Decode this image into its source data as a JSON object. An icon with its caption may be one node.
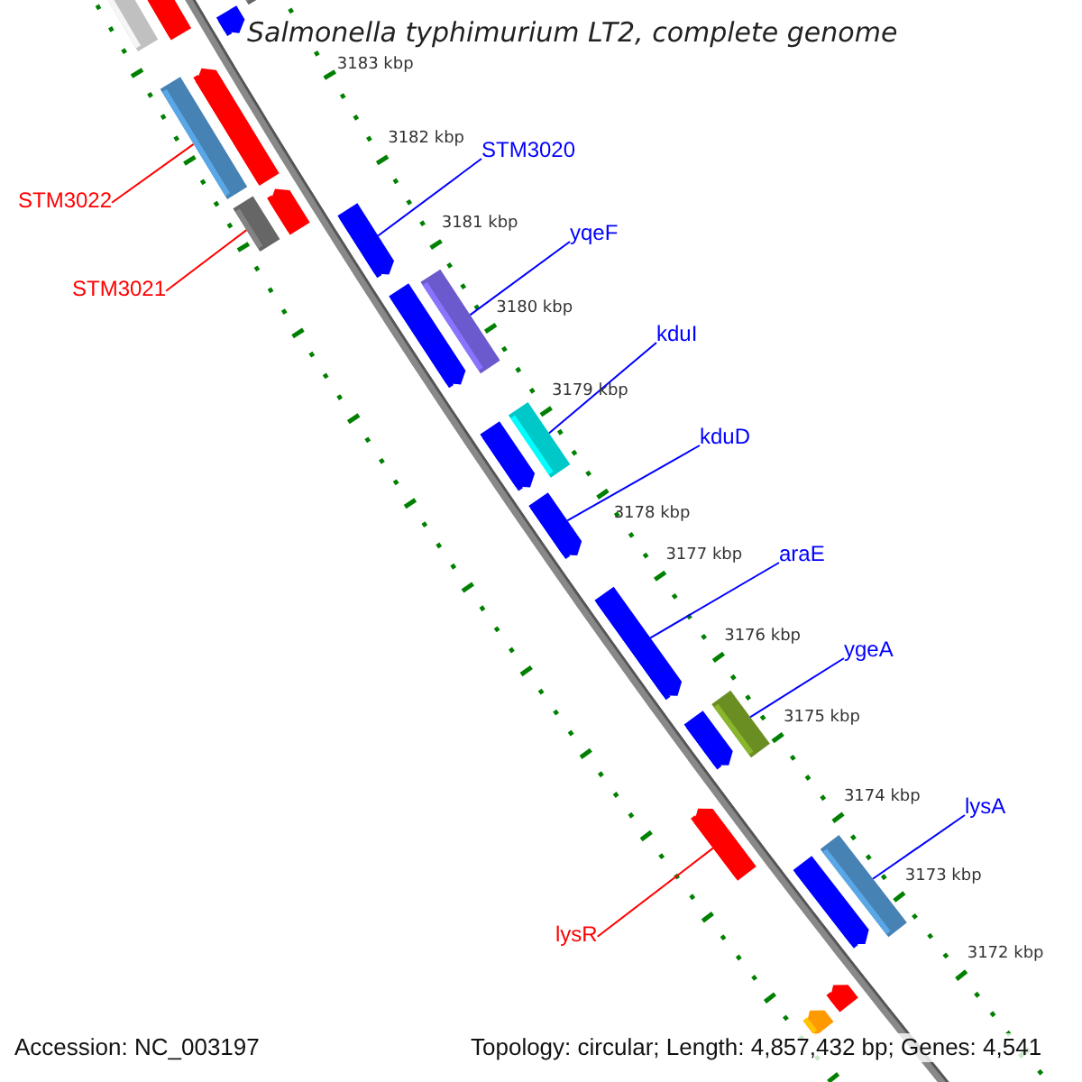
{
  "diagram": {
    "title": "Salmonella typhimurium LT2, complete genome",
    "nodes": [
      {
        "text": [
          "STM3020"
        ]
      },
      {
        "text": [],
        "shape": "arrow"
      },
      {
        "text": [
          "STM3022"
        ]
      },
      {
        "text": [],
        "shape": "bar"
      },
      {
        "text": [
          "yqeF"
        ]
      },
      {
        "text": [],
        "shape": "bar"
      },
      {
        "text": [
          "STM3021"
        ]
      },
      {
        "text": [],
        "shape": "bar"
      },
      {
        "text": [
          "kduI"
        ]
      },
      {
        "text": [],
        "shape": "bar"
      },
      {
        "text": [
          "kduD"
        ]
      },
      {
        "text": [],
        "shape": "arrow"
      },
      {
        "text": [
          "araE"
        ]
      },
      {
        "text": [],
        "shape": "arrow"
      },
      {
        "text": [
          "ygeA"
        ]
      },
      {
        "text": [],
        "shape": "bar"
      },
      {
        "text": [
          "lysA"
        ]
      },
      {
        "text": [],
        "shape": "bar"
      },
      {
        "text": [
          "lysR"
        ]
      },
      {
        "text": [],
        "shape": "arrow"
      },
      {
        "text": [],
        "shape": "bar"
      },
      {
        "text": [],
        "shape": "arrow"
      },
      {
        "text": [],
        "shape": "bar"
      },
      {
        "text": [],
        "shape": "arrow"
      },
      {
        "text": [],
        "shape": "arrow"
      },
      {
        "text": [],
        "shape": "arrow"
      },
      {
        "text": [],
        "shape": "arrow"
      },
      {
        "text": [],
        "shape": "arrow"
      },
      {
        "text": [],
        "shape": "arrow"
      },
      {
        "text": [],
        "shape": "arrow"
      },
      {
        "text": [],
        "shape": "arrow"
      },
      {
        "text": [],
        "shape": "arrow"
      }
    ],
    "edges": [
      {
        "from": 0,
        "to": 1,
        "arrow": "none"
      },
      {
        "from": 2,
        "to": 3,
        "arrow": "none",
        "color": "#ff0000"
      },
      {
        "from": 4,
        "to": 5,
        "arrow": "none"
      },
      {
        "from": 6,
        "to": 7,
        "arrow": "none",
        "color": "#ff0000"
      },
      {
        "from": 8,
        "to": 9,
        "arrow": "none"
      },
      {
        "from": 10,
        "to": 11,
        "arrow": "none"
      },
      {
        "from": 12,
        "to": 13,
        "arrow": "none"
      },
      {
        "from": 14,
        "to": 15,
        "arrow": "none"
      },
      {
        "from": 16,
        "to": 17,
        "arrow": "none"
      },
      {
        "from": 18,
        "to": 19,
        "arrow": "none",
        "color": "#ff0000"
      }
    ],
    "labels": [
      "3183 kbp",
      "3182 kbp",
      "3181 kbp",
      "3180 kbp",
      "3179 kbp",
      "3178 kbp",
      "3177 kbp",
      "3176 kbp",
      "3175 kbp",
      "3174 kbp",
      "3173 kbp",
      "3172 kbp",
      "Accession: NC_003197",
      "Topology: circular; Length: 4,857,432 bp; Genes: 4,541"
    ]
  }
}
